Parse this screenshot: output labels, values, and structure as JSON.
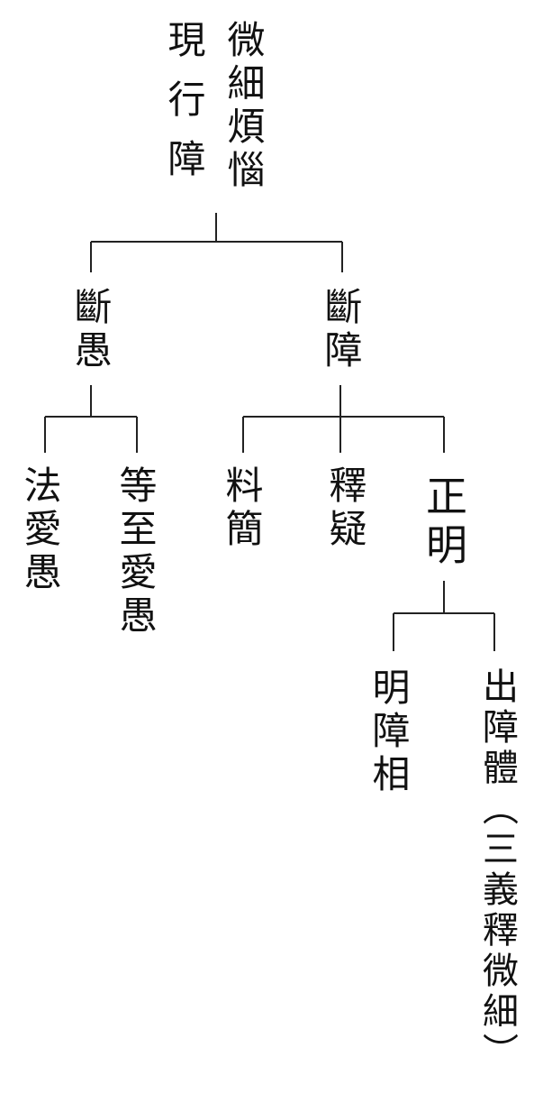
{
  "root": {
    "line_right": "微細煩惱",
    "line_left": "現行障"
  },
  "branch_left": {
    "label": "斷愚",
    "children": [
      "法愛愚",
      "等至愛愚"
    ]
  },
  "branch_right": {
    "label": "斷障",
    "children": [
      "料簡",
      "釋疑",
      "正明"
    ],
    "sub": {
      "parent": "正明",
      "children": [
        "明障相",
        "出障體（三義釋微細）"
      ]
    }
  },
  "colors": {
    "line": "#222222",
    "text": "#111111",
    "background": "#ffffff"
  }
}
